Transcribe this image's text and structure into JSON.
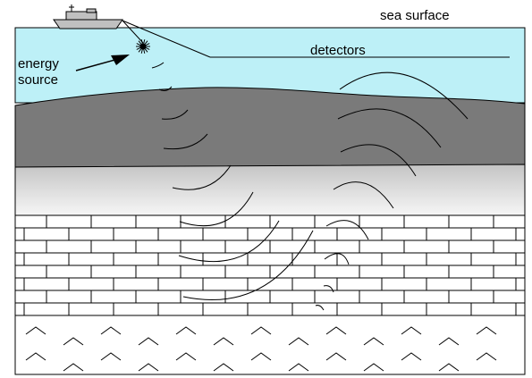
{
  "labels": {
    "sea_surface": "sea surface",
    "detectors": "detectors",
    "energy": "energy",
    "source": "source"
  },
  "colors": {
    "water": "#bdf0f7",
    "sediment": "#7a7a7a",
    "sand_top": "#c9c9c9",
    "sand_bottom": "#f4f4f4",
    "brick": "#ffffff",
    "bedrock": "#ffffff",
    "line": "#000000"
  },
  "icons": [
    "ship-icon",
    "energy-burst-icon",
    "arrow-icon"
  ]
}
